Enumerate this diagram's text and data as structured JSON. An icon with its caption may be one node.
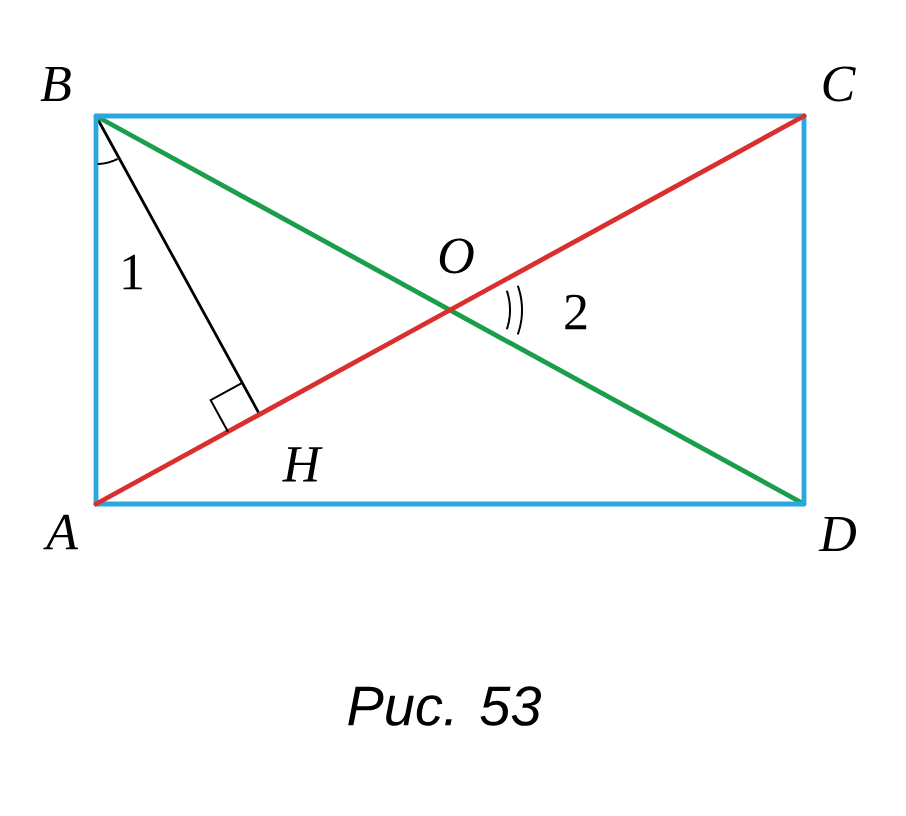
{
  "diagram": {
    "caption": "Рис. 53",
    "nodes": [
      {
        "text": [
          "B"
        ]
      },
      {
        "text": [
          "C"
        ]
      },
      {
        "text": [
          "O"
        ]
      },
      {
        "text": [
          "H"
        ]
      },
      {
        "text": [
          "A"
        ]
      },
      {
        "text": [
          "D"
        ]
      }
    ],
    "edges": [
      {
        "from": 4,
        "to": 0,
        "arrow": "none"
      },
      {
        "from": 0,
        "to": 1,
        "arrow": "none"
      },
      {
        "from": 1,
        "to": 5,
        "arrow": "none"
      },
      {
        "from": 5,
        "to": 4,
        "arrow": "none"
      },
      {
        "from": 4,
        "to": 1,
        "arrow": "none",
        "color": "#d9302f"
      },
      {
        "from": 0,
        "to": 5,
        "arrow": "none",
        "color": "#1a9e4a"
      },
      {
        "from": 0,
        "to": 3,
        "arrow": "none",
        "color": "#000000"
      }
    ],
    "labels": [
      "1",
      "2"
    ]
  }
}
